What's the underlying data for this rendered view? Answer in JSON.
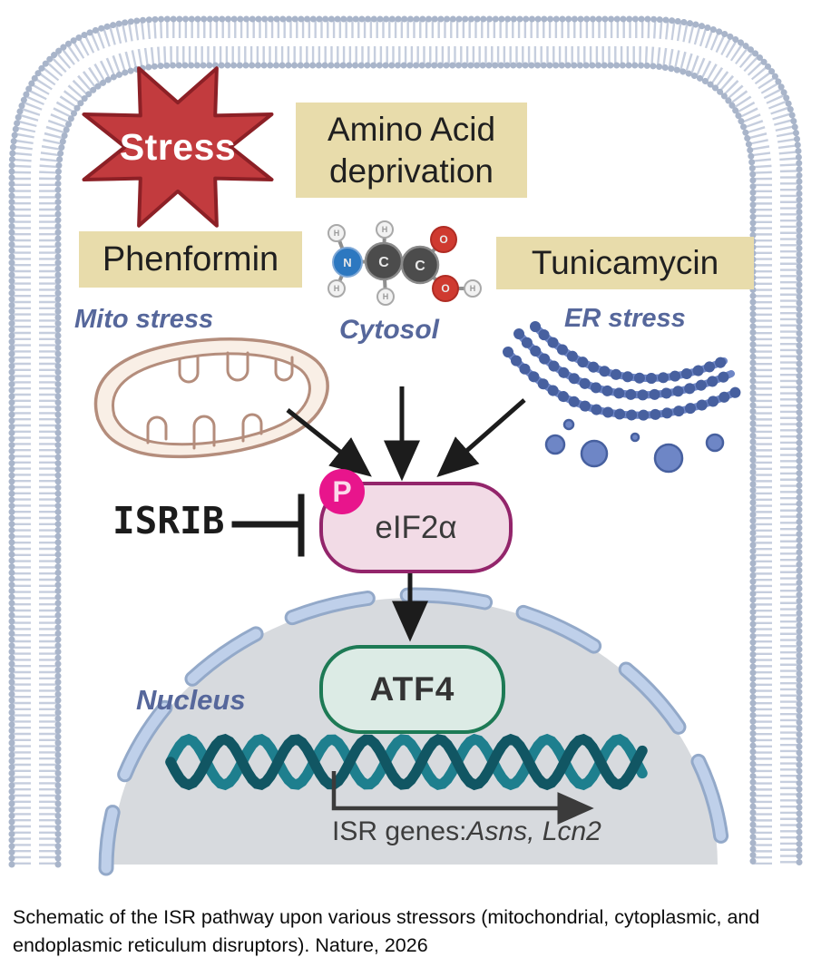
{
  "colors": {
    "membrane_tick": "#c6cede",
    "membrane_dot": "#a9b5ca",
    "label_box_bg": "#e8dcab",
    "star_fill": "#c23b3e",
    "star_stroke": "#8c2026",
    "organelle_label": "#56679b",
    "eif2a_fill": "#f2dbe6",
    "eif2a_border": "#93256b",
    "phospho_bg": "#e8158c",
    "atf4_fill": "#dcebe5",
    "atf4_border": "#1d7a55",
    "nucleus_fill": "#d7dade",
    "envelope": "#bfd0ea",
    "envelope_edge": "#93a9c9",
    "dna_dark": "#115663",
    "dna_light": "#1e7f8e",
    "arrow": "#1c1c1c",
    "mito_outline": "#b48d7c",
    "mito_fill": "#f9efe6",
    "er_blue": "#6e86c6",
    "er_dark": "#47609f",
    "molecule_c": "#4c4c4c",
    "molecule_n": "#2d78c0",
    "molecule_o": "#cf3a30"
  },
  "stressors": {
    "star_label": "Stress",
    "amino_acid_line1": "Amino Acid",
    "amino_acid_line2": "deprivation",
    "phenformin": "Phenformin",
    "tunicamycin": "Tunicamycin"
  },
  "compartments": {
    "mito": "Mito stress",
    "cytosol": "Cytosol",
    "er": "ER stress",
    "nucleus": "Nucleus"
  },
  "molecule": {
    "n": "N",
    "c1": "C",
    "c2": "C",
    "o1": "O",
    "o2": "O",
    "h": "H"
  },
  "pathway": {
    "inhibitor": "ISRIB",
    "eif2a": "eIF2α",
    "phospho": "P",
    "atf4": "ATF4",
    "isr_genes_prefix": "ISR genes:",
    "isr_genes_names": "Asns, Lcn2"
  },
  "caption": "Schematic of the ISR pathway upon various stressors (mitochondrial, cytoplasmic, and endoplasmic reticulum disruptors). Nature, 2026"
}
